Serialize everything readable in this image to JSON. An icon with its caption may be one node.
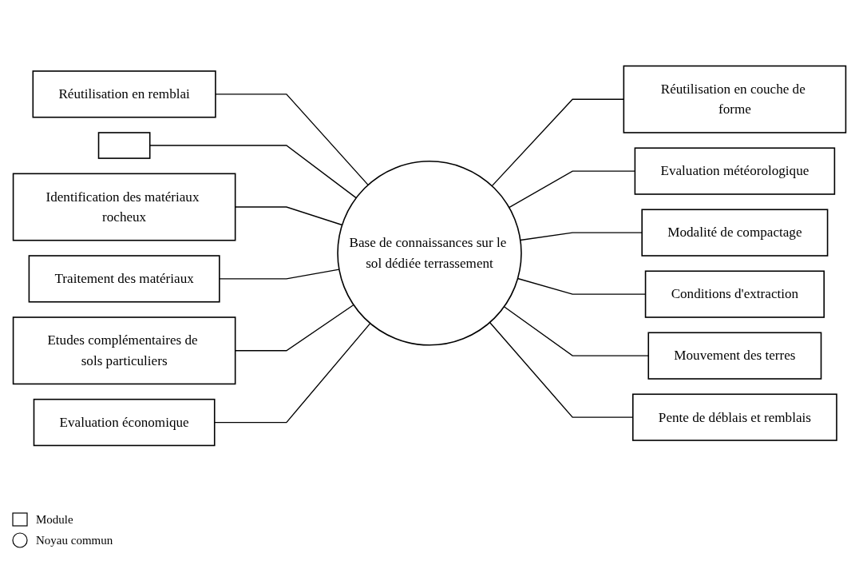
{
  "diagram": {
    "nodes": [
      {
        "text": [
          "Base de connaissances sur le sol dédiée terrassement"
        ]
      },
      {
        "text": [
          "Réutilisation en remblai"
        ]
      },
      {
        "text": [
          "Réutilisation en couche de forme"
        ]
      },
      {
        "text": [],
        "shape": "box"
      },
      {
        "text": [
          "Evaluation météorologique"
        ]
      },
      {
        "text": [
          "Identification des matériaux rocheux"
        ]
      },
      {
        "text": [
          "Modalité de compactage"
        ]
      },
      {
        "text": [
          "Traitement des matériaux"
        ]
      },
      {
        "text": [
          "Conditions d'extraction"
        ]
      },
      {
        "text": [
          "Mouvement des terres"
        ]
      },
      {
        "text": [
          "Etudes complémentaires de sols particuliers"
        ]
      },
      {
        "text": [
          "Pente de déblais et remblais"
        ]
      },
      {
        "text": [
          "Evaluation économique"
        ]
      }
    ],
    "edges": [
      {
        "from": 1,
        "to": 0,
        "arrow": "none"
      },
      {
        "from": 3,
        "to": 0,
        "arrow": "none"
      },
      {
        "from": 5,
        "to": 0,
        "arrow": "none"
      },
      {
        "from": 7,
        "to": 0,
        "arrow": "none"
      },
      {
        "from": 10,
        "to": 0,
        "arrow": "none"
      },
      {
        "from": 12,
        "to": 0,
        "arrow": "none"
      },
      {
        "from": 0,
        "to": 2,
        "arrow": "none"
      },
      {
        "from": 0,
        "to": 4,
        "arrow": "none"
      },
      {
        "from": 0,
        "to": 6,
        "arrow": "none"
      },
      {
        "from": 0,
        "to": 8,
        "arrow": "none"
      },
      {
        "from": 0,
        "to": 9,
        "arrow": "none"
      },
      {
        "from": 0,
        "to": 11,
        "arrow": "none"
      }
    ],
    "legend": [
      {
        "text": "Module"
      },
      {
        "text": "Noyau commun"
      }
    ]
  }
}
